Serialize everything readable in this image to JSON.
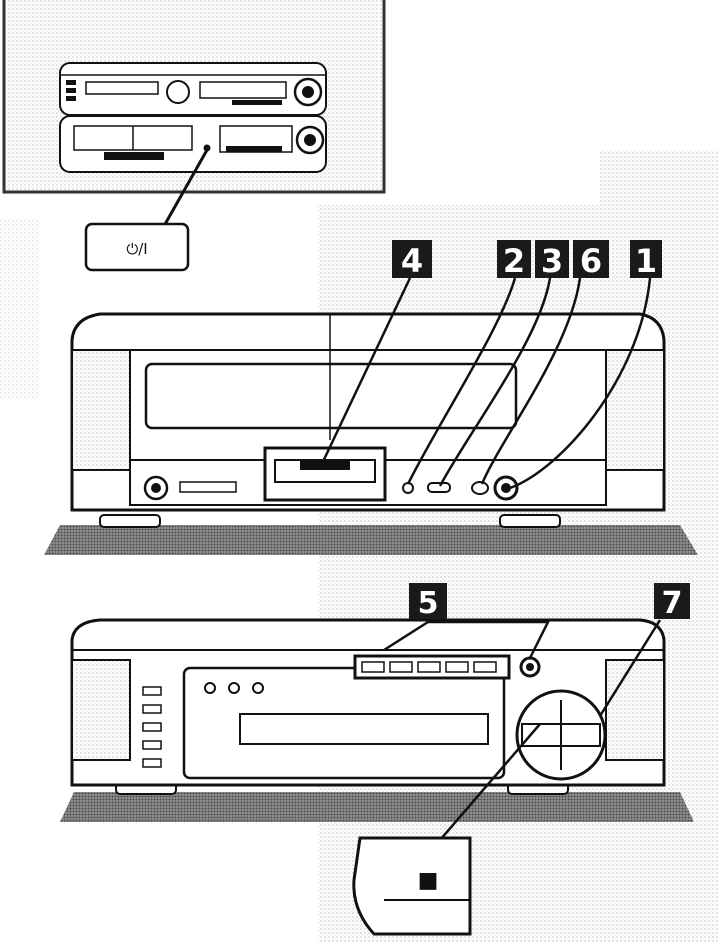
{
  "colors": {
    "ink": "#111111",
    "paper": "#ffffff",
    "halftone": "#cfcfcf",
    "shade": "#3a3a3a",
    "callout_fill": "#1a1a1a"
  },
  "inset": {
    "power_key_label": "⏻/I",
    "power_icon": "standby-on-icon"
  },
  "callouts": [
    {
      "id": "4",
      "label": "4"
    },
    {
      "id": "2",
      "label": "2"
    },
    {
      "id": "3",
      "label": "3"
    },
    {
      "id": "6",
      "label": "6"
    },
    {
      "id": "1",
      "label": "1"
    },
    {
      "id": "5",
      "label": "5"
    },
    {
      "id": "7",
      "label": "7"
    }
  ],
  "zoom_button": {
    "icon": "stop-icon",
    "glyph": "■"
  }
}
